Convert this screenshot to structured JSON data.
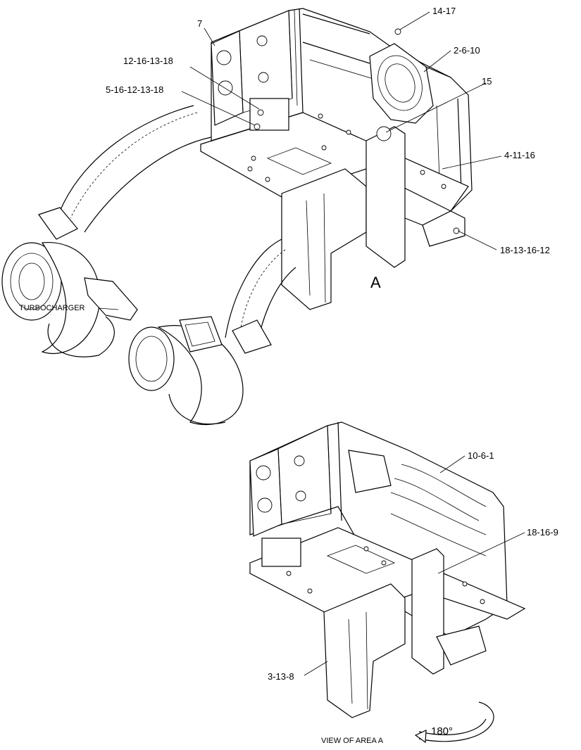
{
  "callouts": {
    "c_14_17": "14-17",
    "c_7": "7",
    "c_2_6_10": "2-6-10",
    "c_12_16_13_18": "12-16-13-18",
    "c_15": "15",
    "c_5_16_12_13_18": "5-16-12-13-18",
    "c_4_11_16": "4-11-16",
    "c_18_13_16_12": "18-13-16-12",
    "c_10_6_1": "10-6-1",
    "c_18_16_9": "18-16-9",
    "c_3_13_8": "3-13-8"
  },
  "labels": {
    "turbocharger": "TURBOCHARGER",
    "area_marker": "A",
    "view_caption": "VIEW OF AREA  A",
    "rotation": "180°"
  }
}
